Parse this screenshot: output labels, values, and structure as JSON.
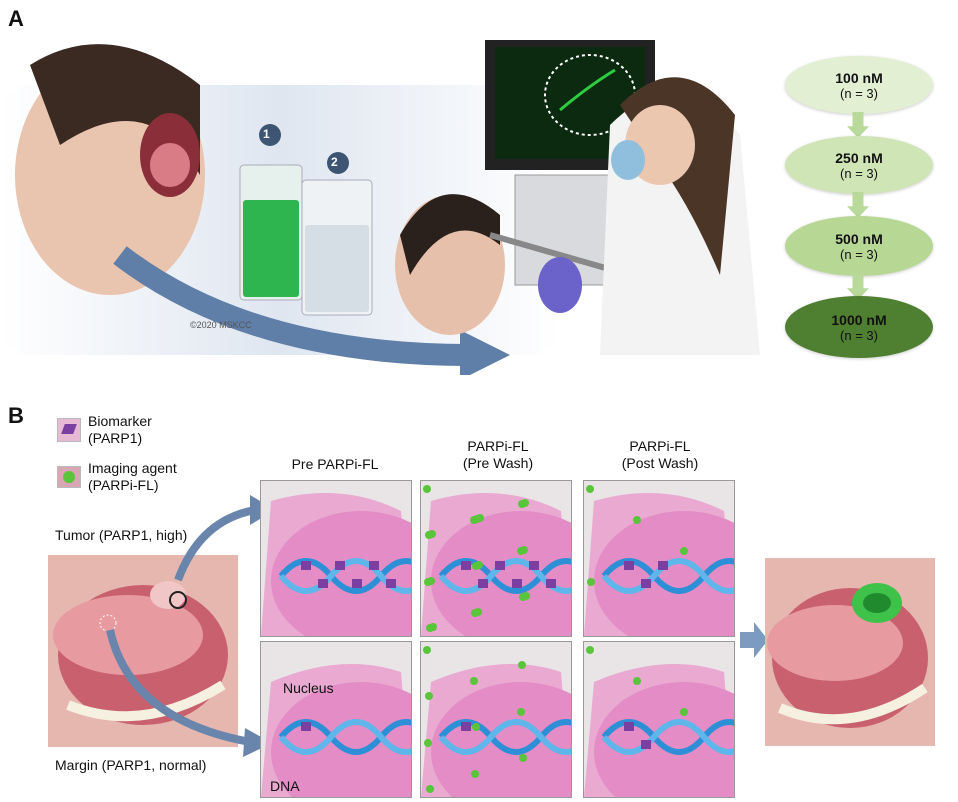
{
  "panel_a": {
    "label": "A",
    "step_badges": [
      "1",
      "2"
    ],
    "copyright": "©2020 MSKCC",
    "doses": [
      {
        "dose": "100 nM",
        "n": "(n = 3)",
        "color": "#e3efd2"
      },
      {
        "dose": "250 nM",
        "n": "(n = 3)",
        "color": "#cfe5b5"
      },
      {
        "dose": "500 nM",
        "n": "(n = 3)",
        "color": "#b7d795"
      },
      {
        "dose": "1000 nM",
        "n": "(n = 3)",
        "color": "#4f7f31"
      }
    ]
  },
  "panel_b": {
    "label": "B",
    "legend": [
      {
        "line1": "Biomarker",
        "line2": "(PARP1)"
      },
      {
        "line1": "Imaging agent",
        "line2": "(PARPi-FL)"
      }
    ],
    "columns": [
      {
        "line1": "Pre PARPi-FL",
        "line2": ""
      },
      {
        "line1": "PARPi-FL",
        "line2": "(Pre Wash)"
      },
      {
        "line1": "PARPi-FL",
        "line2": "(Post Wash)"
      }
    ],
    "tumor_label": "Tumor (PARP1, high)",
    "margin_label": "Margin (PARP1, normal)",
    "nucleus_label": "Nucleus",
    "dna_label": "DNA"
  }
}
